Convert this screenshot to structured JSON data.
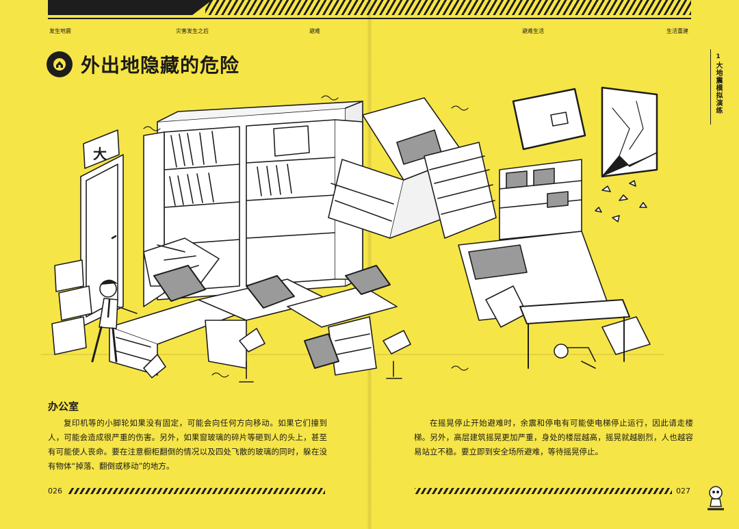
{
  "nav": {
    "items": [
      "发生地震",
      "灾害发生之后",
      "避难",
      "避难生活",
      "生活重建"
    ]
  },
  "side_tab": {
    "number": "1",
    "label": "大地震模拟演练"
  },
  "title": "外出地隐藏的危险",
  "illustration": {
    "sign": "大"
  },
  "section": {
    "heading": "办公室",
    "left_paragraph": "复印机等的小脚轮如果没有固定，可能会向任何方向移动。如果它们撞到人，可能会造成很严重的伤害。另外，如果窗玻璃的碎片等砸到人的头上，甚至有可能使人丧命。要在注意橱柜翻倒的情况以及四处飞散的玻璃的同时，躲在没有物体“掉落、翻倒或移动”的地方。",
    "right_paragraph": "在摇晃停止开始避难时，余震和停电有可能使电梯停止运行，因此请走楼梯。另外，高层建筑摇晃更加严重，身处的楼层越高，摇晃就越剧烈，人也越容易站立不稳。要立即到安全场所避难，等待摇晃停止。"
  },
  "footer": {
    "left_page": "026",
    "right_page": "027"
  },
  "colors": {
    "background": "#f6e546",
    "ink": "#1d1d1d"
  }
}
